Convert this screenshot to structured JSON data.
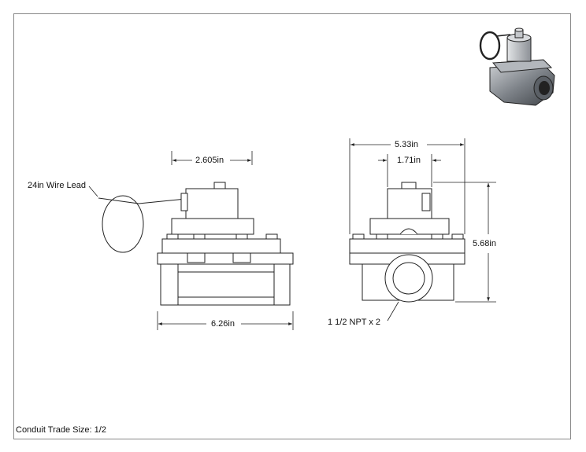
{
  "dimensions": {
    "solenoid_width": "2.605in",
    "overall_length": "6.26in",
    "overall_width": "5.33in",
    "top_width": "1.71in",
    "overall_height": "5.68in"
  },
  "callouts": {
    "wire_lead": "24in Wire Lead",
    "ports": "1 1/2 NPT x 2"
  },
  "footer": {
    "conduit": "Conduit Trade Size: 1/2"
  }
}
